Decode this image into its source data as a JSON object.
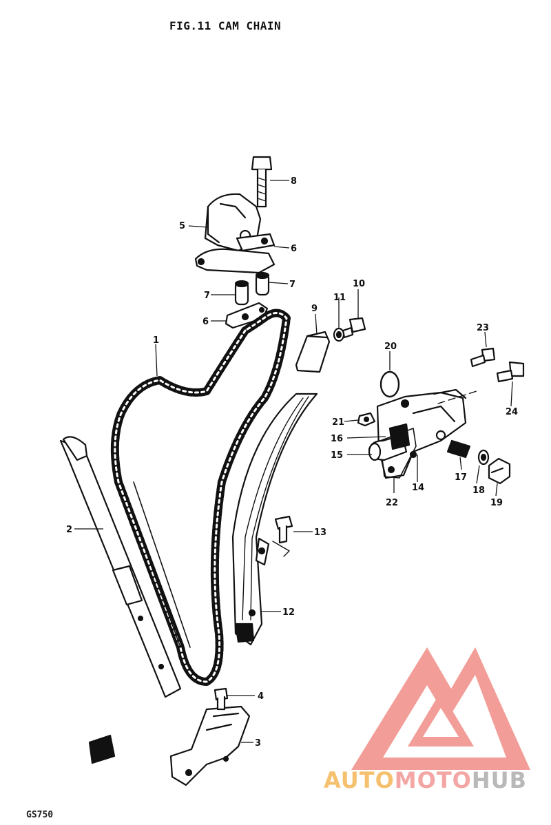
{
  "header": {
    "title": "FIG.11  CAM CHAIN"
  },
  "footer": {
    "model": "GS750"
  },
  "watermark": {
    "part1": "AUTO",
    "part2": "MOTO",
    "part3": "HUB",
    "colors": {
      "auto": "#f6c16e",
      "moto": "#f3a6a3",
      "hub": "#b9b9b9",
      "logo": "#f08c86"
    }
  },
  "callouts": [
    "1",
    "2",
    "3",
    "4",
    "5",
    "6",
    "6",
    "7",
    "7",
    "8",
    "9",
    "10",
    "11",
    "12",
    "13",
    "14",
    "15",
    "16",
    "17",
    "18",
    "19",
    "20",
    "21",
    "22",
    "23",
    "24"
  ]
}
